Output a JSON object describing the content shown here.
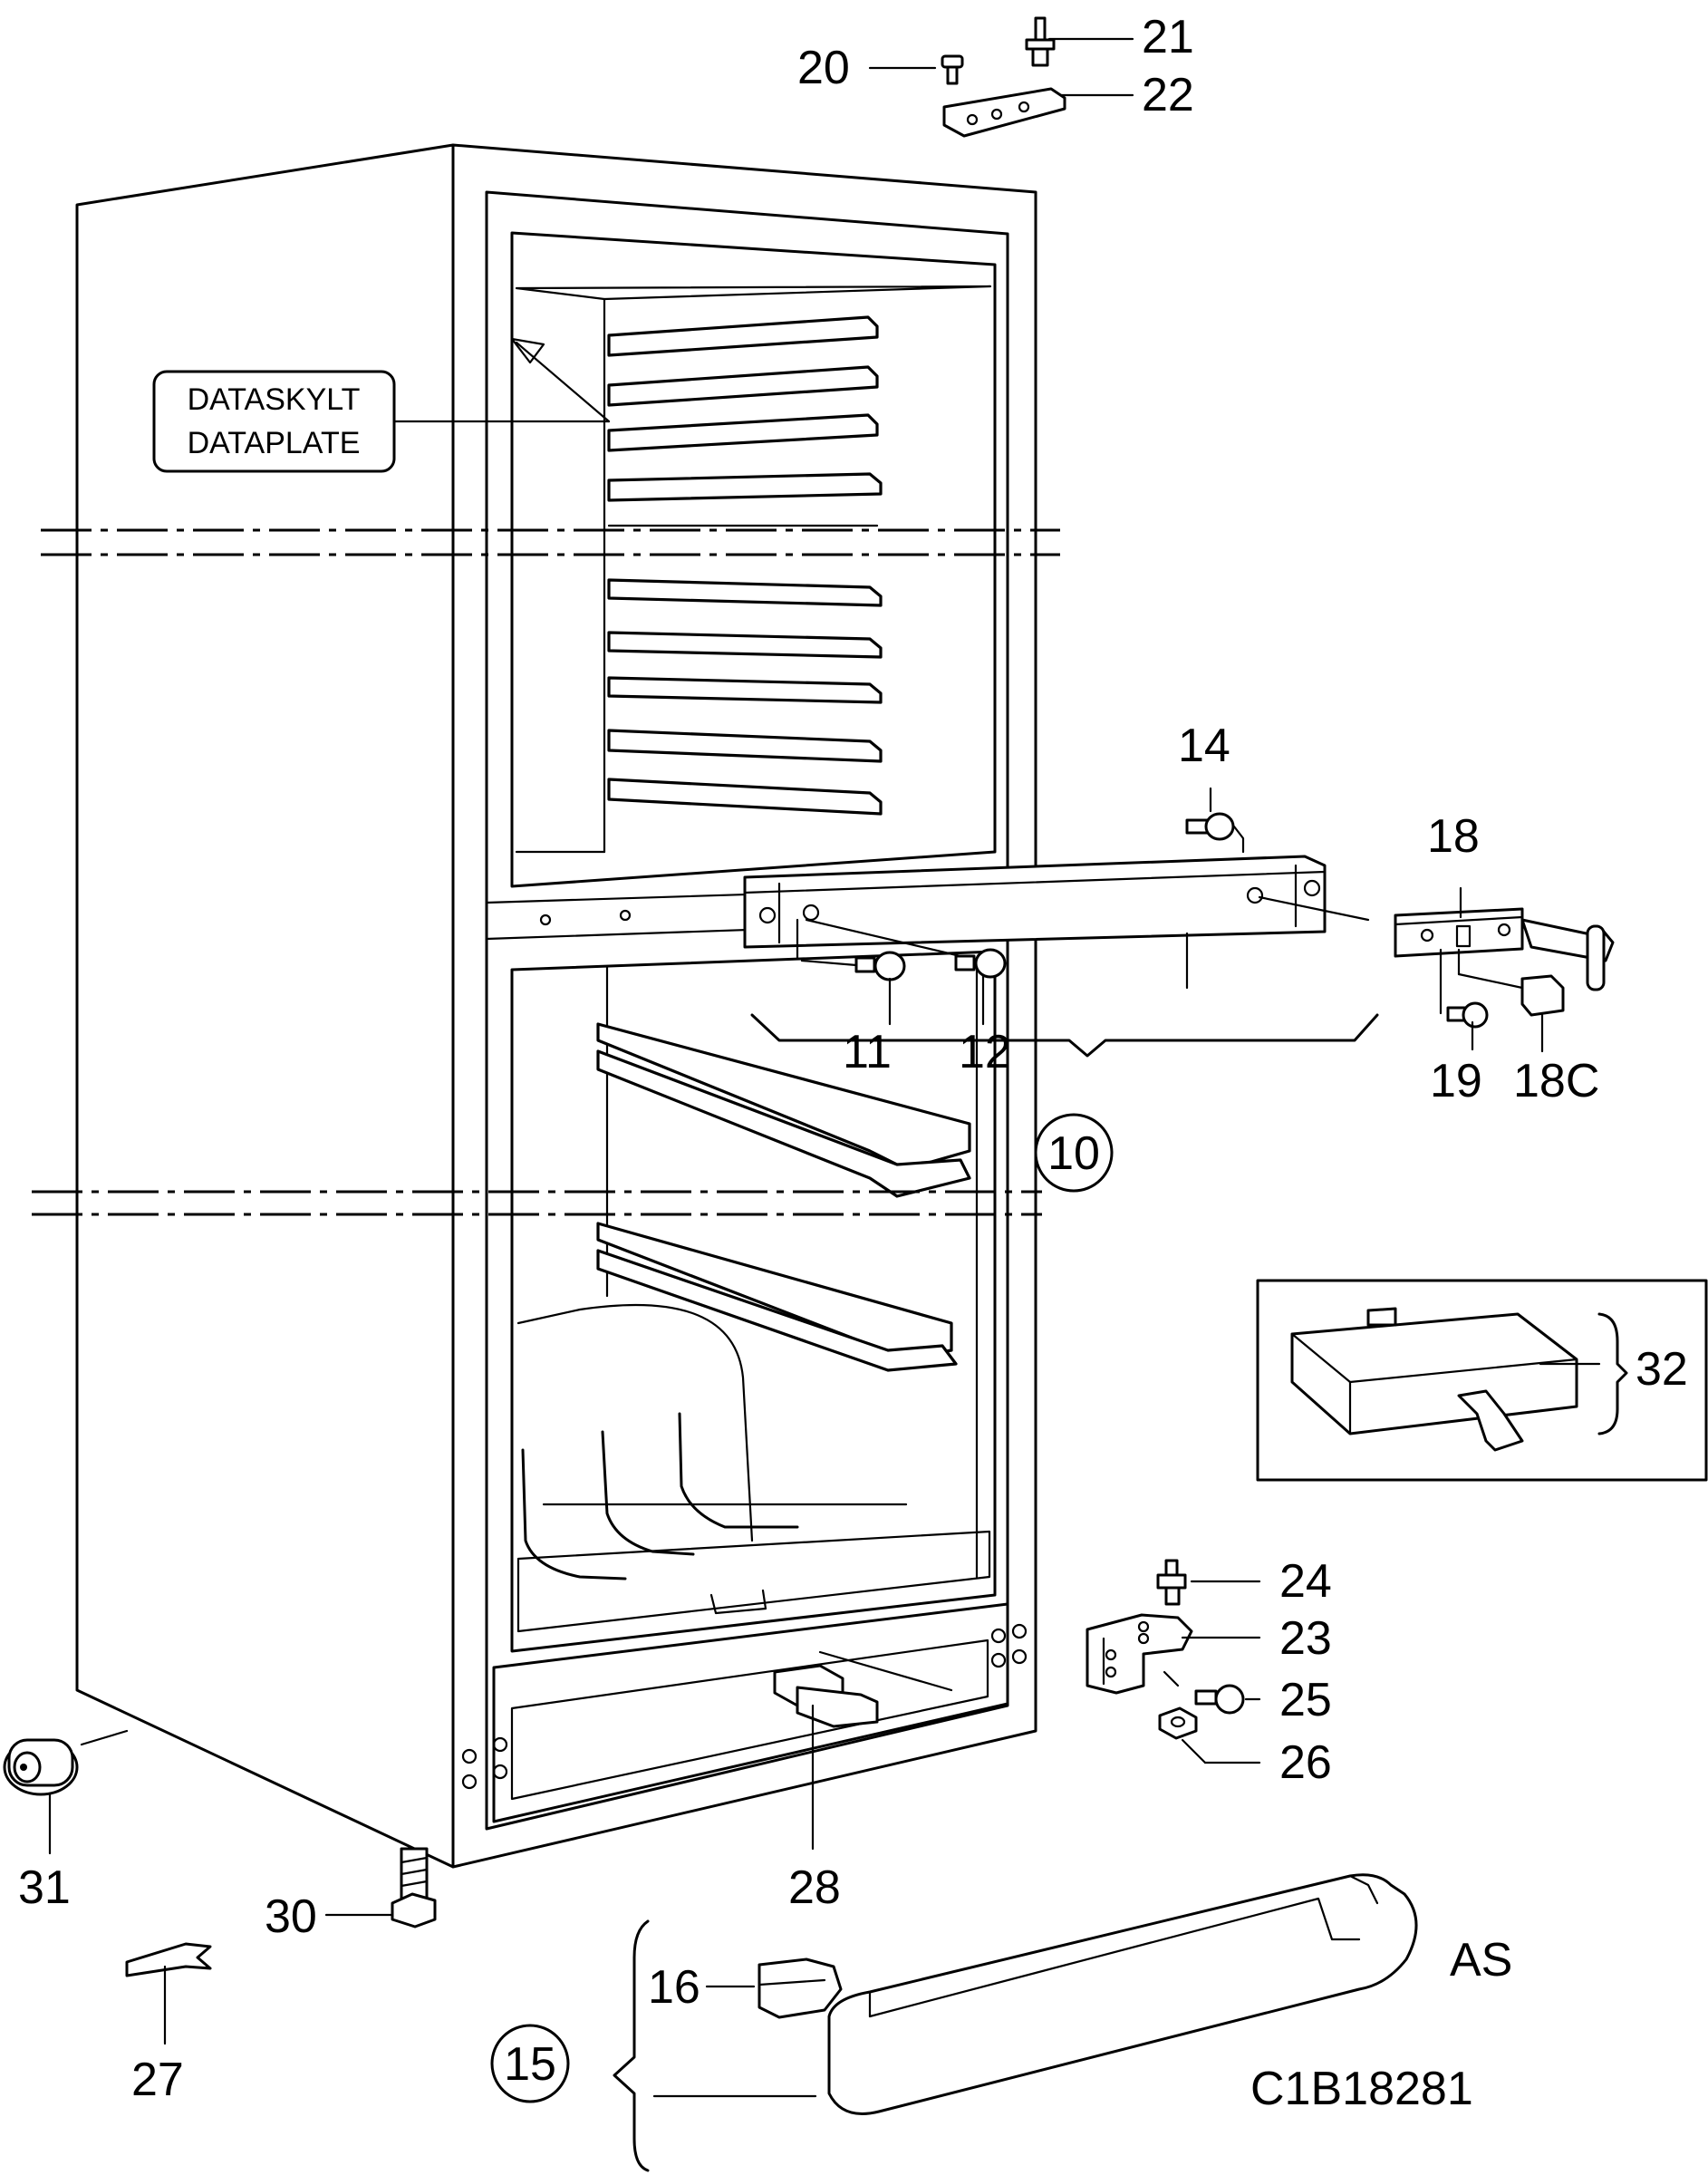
{
  "plate_label": {
    "line1": "DATASKYLT",
    "line2": "DATAPLATE"
  },
  "part_labels": {
    "p10": "10",
    "p11": "11",
    "p12": "12",
    "p14": "14",
    "p15": "15",
    "p16": "16",
    "p18": "18",
    "p18c": "18C",
    "p19": "19",
    "p20": "20",
    "p21": "21",
    "p22": "22",
    "p23": "23",
    "p24": "24",
    "p25": "25",
    "p26": "26",
    "p27": "27",
    "p28": "28",
    "p30": "30",
    "p31": "31",
    "p32": "32"
  },
  "variant_label": "AS",
  "drawing_number": "C1B18281"
}
